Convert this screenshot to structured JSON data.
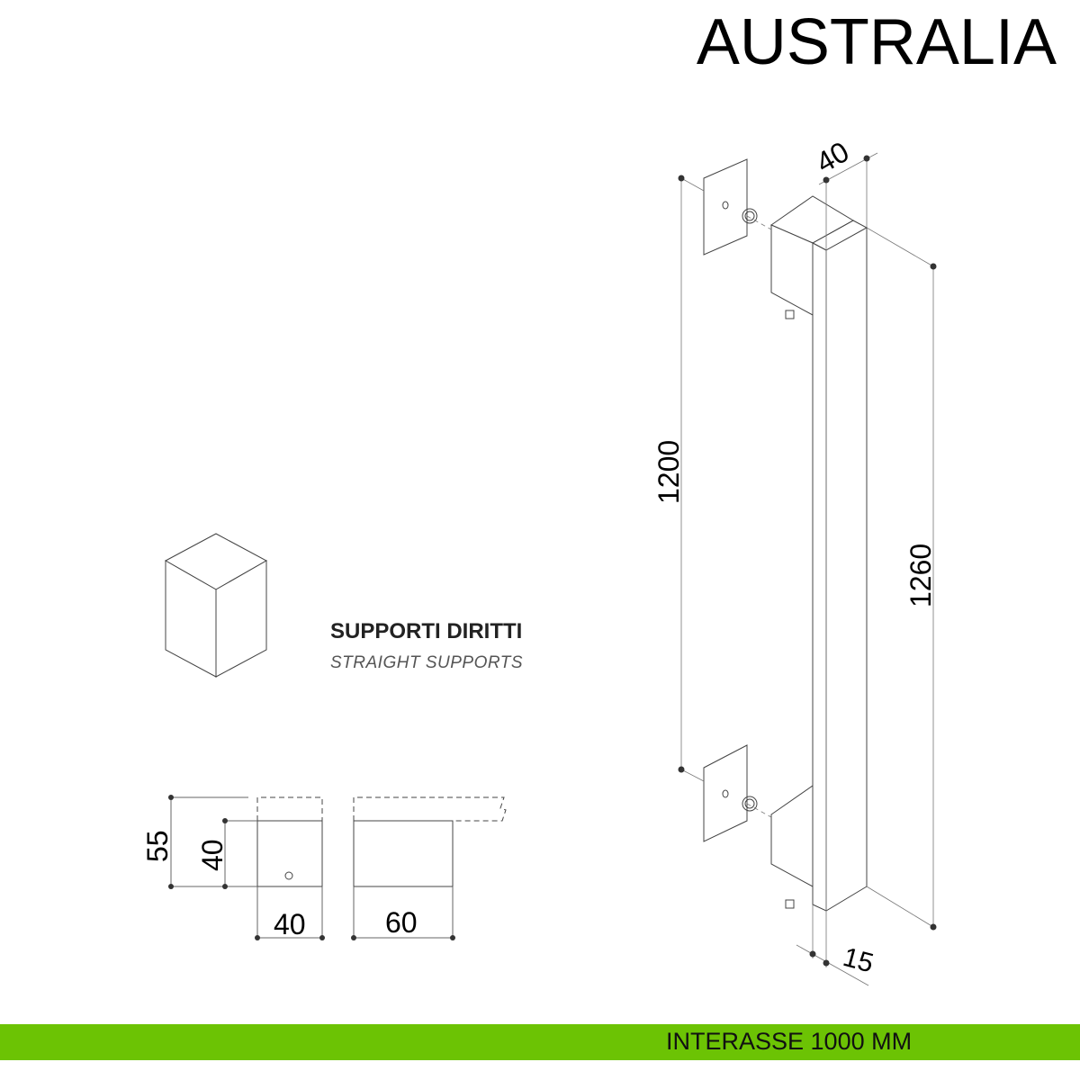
{
  "header": {
    "title": "AUSTRALIA"
  },
  "product": {
    "name_it": "SUPPORTI DIRITTI",
    "name_en": "STRAIGHT SUPPORTS"
  },
  "dimensions": {
    "support_height_total": "55",
    "support_height": "40",
    "support_width": "40",
    "support_depth": "60",
    "handle_width": "40",
    "handle_length": "1260",
    "support_spacing": "1200",
    "handle_offset": "15"
  },
  "footer": {
    "label": "INTERASSE 1000 MM",
    "color": "#6cc304"
  }
}
